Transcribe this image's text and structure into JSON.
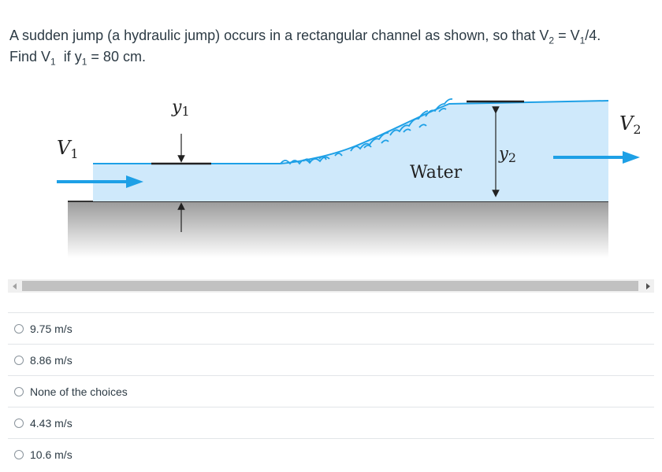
{
  "question": {
    "line1_pre": "A sudden jump (a hydraulic jump) occurs in a rectangular channel as shown, so that V",
    "v2_sub": "2",
    "line1_mid": " = V",
    "v1_sub": "1",
    "line1_post": "/4.",
    "line2_pre": "Find V",
    "line2_v1_sub": "1",
    "line2_mid": "  if y",
    "line2_y1_sub": "1",
    "line2_post": " = 80 cm."
  },
  "figure": {
    "label_y1": "y",
    "label_y1_sub": "1",
    "label_y2": "y",
    "label_y2_sub": "2",
    "label_v1": "V",
    "label_v1_sub": "1",
    "label_v2": "V",
    "label_v2_sub": "2",
    "label_water": "Water",
    "colors": {
      "water": "#cfe9fb",
      "water_line": "#1ea0e6",
      "arrow": "#1ea0e6",
      "ground_top": "#9b9b9b",
      "ground_bottom": "#ffffff"
    }
  },
  "answers": [
    {
      "label": "9.75 m/s"
    },
    {
      "label": "8.86 m/s"
    },
    {
      "label": "None of the choices"
    },
    {
      "label": "4.43 m/s"
    },
    {
      "label": "10.6 m/s"
    }
  ]
}
